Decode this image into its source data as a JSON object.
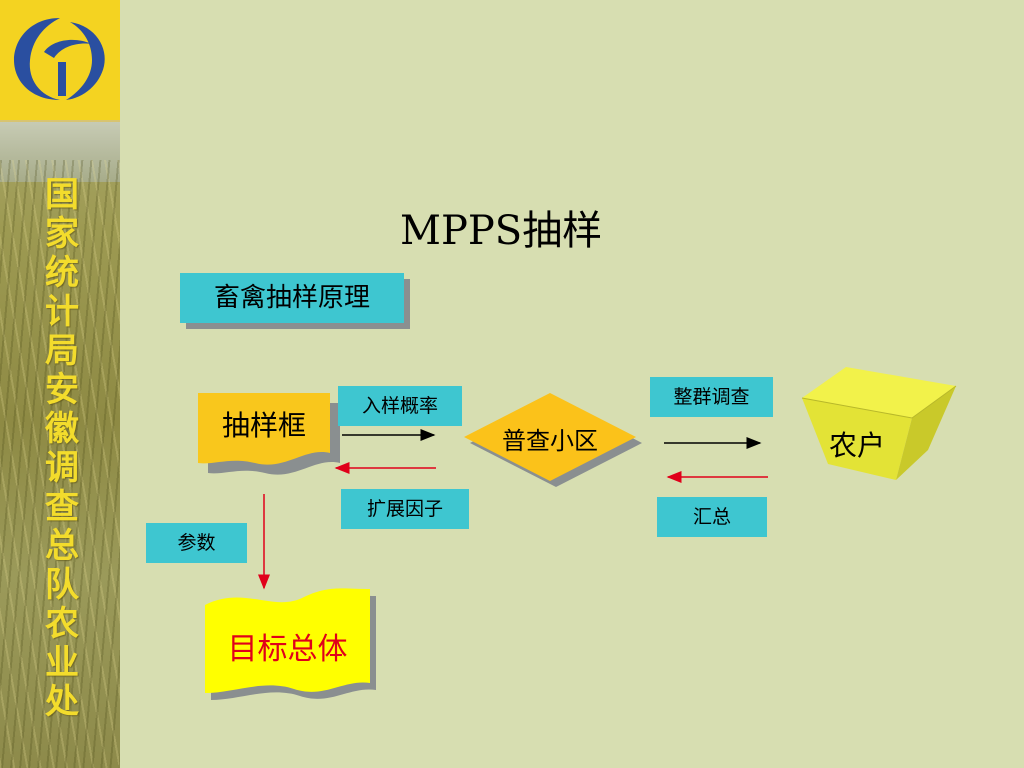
{
  "sidebar": {
    "org_name": "国家统计局安徽调查总队农业处"
  },
  "slide": {
    "title": "MPPS抽样",
    "subtitle_box": "畜禽抽样原理"
  },
  "diagram": {
    "nodes": {
      "sampling_frame": "抽样框",
      "census_area": "普查小区",
      "farm_household": "农户",
      "target_population": "目标总体"
    },
    "edge_labels": {
      "inclusion_probability": "入样概率",
      "expansion_factor": "扩展因子",
      "cluster_survey": "整群调查",
      "summary": "汇总",
      "parameters": "参数"
    },
    "colors": {
      "box_fill": "#3ec6d0",
      "doc_fill": "#f9c71c",
      "target_fill": "#ffff00",
      "target_text": "#e0001a",
      "diamond_fill": "#fbc21a",
      "cube_fill": "#e0e034",
      "red_arrow": "#e0001a",
      "black_arrow": "#000000"
    }
  }
}
